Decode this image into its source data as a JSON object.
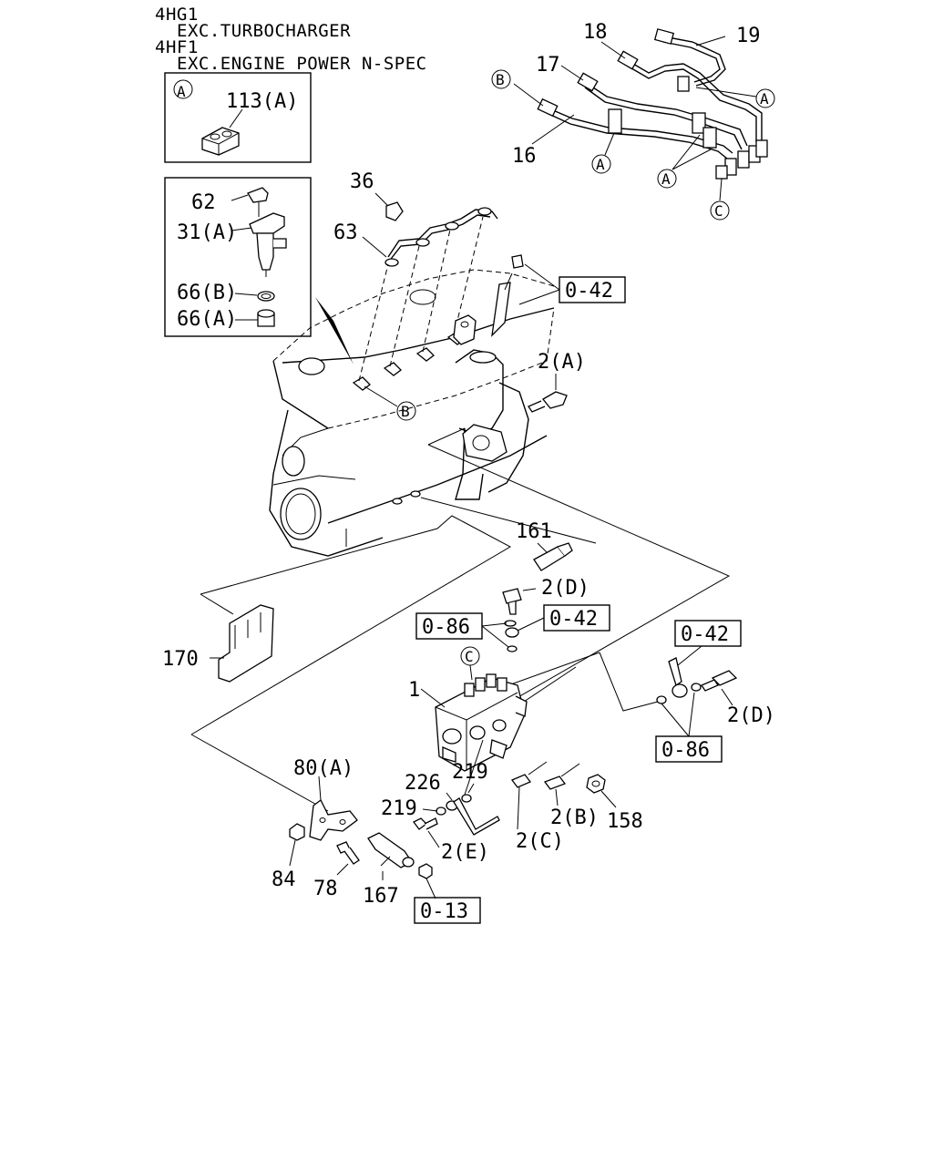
{
  "header": {
    "line1": "4HG1",
    "line2": "EXC.TURBOCHARGER",
    "line3": "4HF1",
    "line4": "EXC.ENGINE POWER N-SPEC"
  },
  "inset_a": {
    "marker": "A",
    "label": "113(A)"
  },
  "inset_injector": {
    "labels": [
      "62",
      "31(A)",
      "66(B)",
      "66(A)"
    ]
  },
  "callouts": {
    "c18": "18",
    "c19": "19",
    "c17": "17",
    "c16": "16",
    "c36": "36",
    "c63": "63",
    "c2A": "2(A)",
    "c161": "161",
    "c2D_top": "2(D)",
    "c170": "170",
    "c1": "1",
    "c2D_right": "2(D)",
    "c80A": "80(A)",
    "c226": "226",
    "c219a": "219",
    "c219b": "219",
    "c2C": "2(C)",
    "c2B": "2(B)",
    "c158": "158",
    "c2E": "2(E)",
    "c84": "84",
    "c78": "78",
    "c167": "167"
  },
  "circle_markers": {
    "mB_top": "B",
    "mA_right": "A",
    "mA_mid": "A",
    "mA_low": "A",
    "mC_top": "C",
    "mB_engine": "B",
    "mC_pump": "C"
  },
  "ref_boxes": {
    "r042_top": "0-42",
    "r086_a": "0-86",
    "r042_b": "0-42",
    "r042_c": "0-42",
    "r086_b": "0-86",
    "r013": "0-13"
  }
}
